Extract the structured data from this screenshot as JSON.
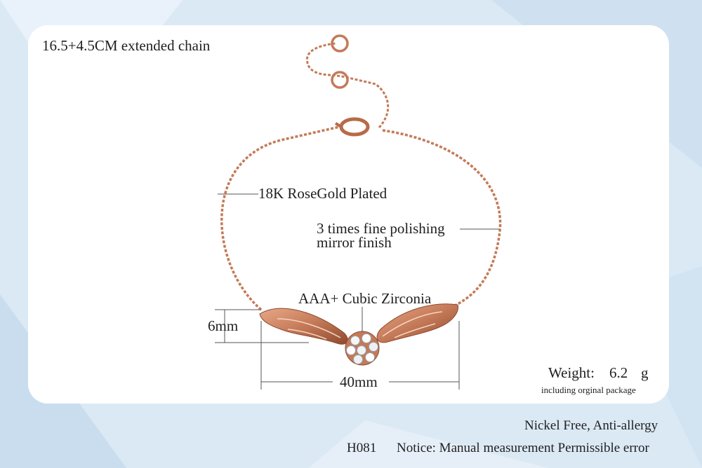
{
  "chain_length": "16.5+4.5CM extended chain",
  "plating": "18K RoseGold Plated",
  "polish": {
    "line1": "3 times fine polishing",
    "line2": "mirror finish"
  },
  "stone": "AAA+ Cubic Zirconia",
  "height_dim": "6mm",
  "width_dim": "40mm",
  "weight": {
    "label": "Weight:",
    "value": "6.2",
    "unit": "g",
    "note": "including orginal package"
  },
  "nickel": "Nickel Free, Anti-allergy",
  "model": "H081",
  "notice": "Notice: Manual measurement Permissible error",
  "colors": {
    "rose_gold": "#c47a58",
    "rose_gold_dark": "#9a5438",
    "background": "#dbe9f5",
    "card": "#ffffff"
  }
}
